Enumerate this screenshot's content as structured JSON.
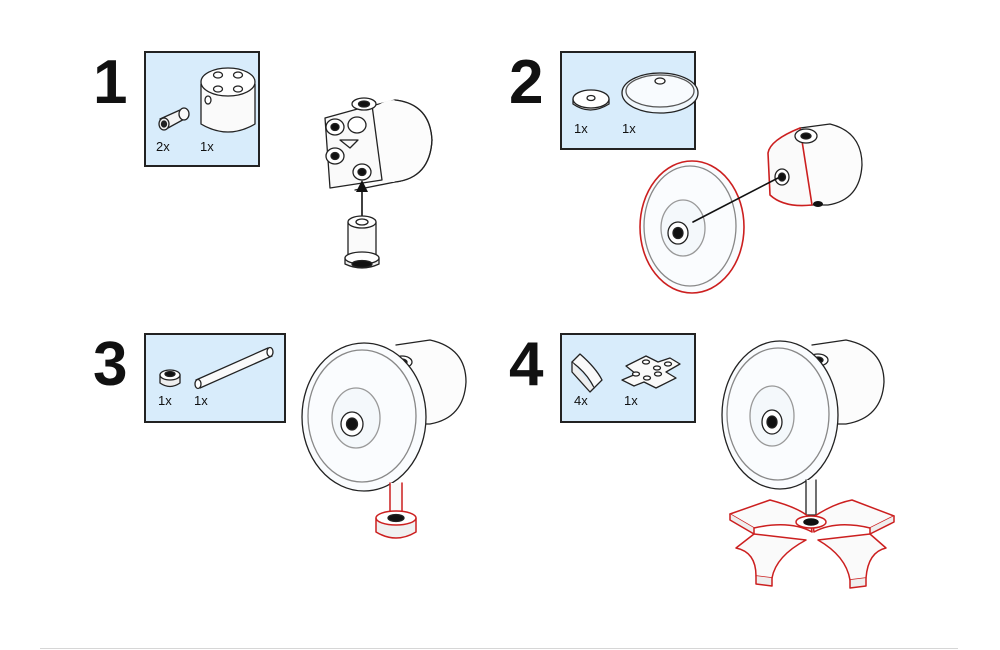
{
  "steps": [
    {
      "number": "1",
      "parts": [
        {
          "qty": "2x",
          "part": "pin-icon"
        },
        {
          "qty": "1x",
          "part": "round-brick-2x2-icon"
        }
      ]
    },
    {
      "number": "2",
      "parts": [
        {
          "qty": "1x",
          "part": "round-tile-icon"
        },
        {
          "qty": "1x",
          "part": "dish-icon"
        }
      ]
    },
    {
      "number": "3",
      "parts": [
        {
          "qty": "1x",
          "part": "round-plate-1x1-icon"
        },
        {
          "qty": "1x",
          "part": "axle-icon"
        }
      ]
    },
    {
      "number": "4",
      "parts": [
        {
          "qty": "4x",
          "part": "curved-slope-icon"
        },
        {
          "qty": "1x",
          "part": "cross-plate-icon"
        }
      ]
    }
  ],
  "colors": {
    "parts_box_bg": "#d8ecfb",
    "highlight": "#cc1f1f",
    "outline": "#222222"
  }
}
